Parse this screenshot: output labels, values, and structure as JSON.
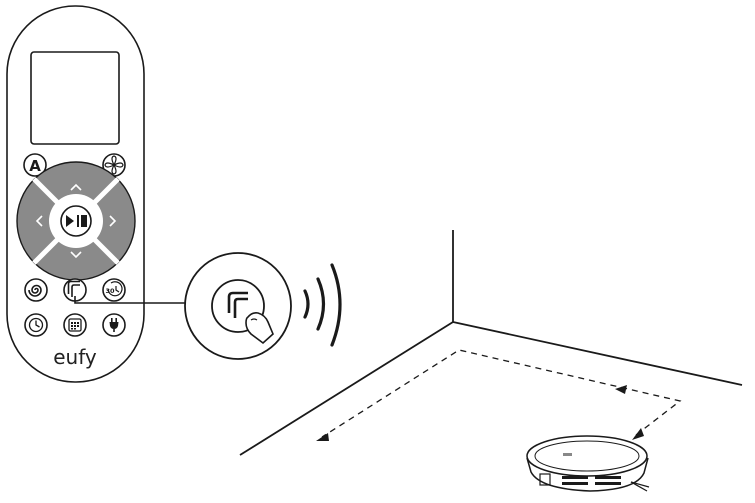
{
  "remote": {
    "brand": "eufy",
    "buttons": {
      "auto": "A",
      "fan": "fan",
      "up": "up",
      "down": "down",
      "left": "left",
      "right": "right",
      "play_pause": "play-pause",
      "spot": "spot",
      "edge": "edge",
      "timer_30": "30",
      "clock": "clock",
      "schedule": "schedule",
      "charge": "charge"
    }
  },
  "colors": {
    "line": "#1a1a1a",
    "dpad": "#8a8a8a",
    "background": "#ffffff"
  }
}
